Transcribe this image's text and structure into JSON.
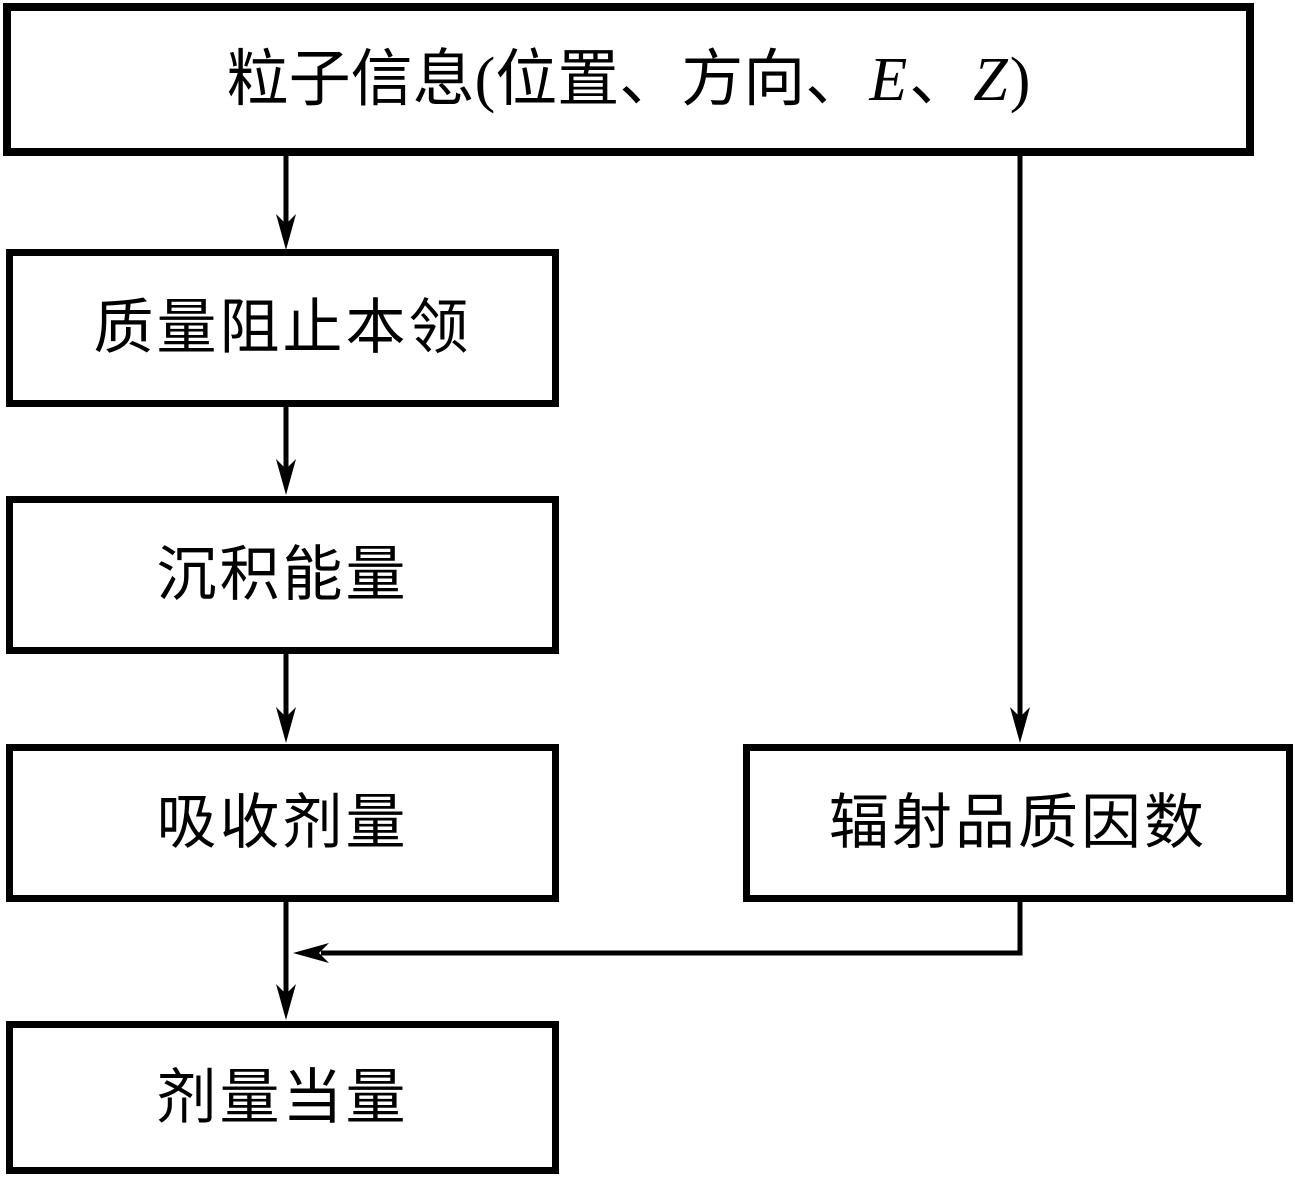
{
  "diagram": {
    "background_color": "#ffffff",
    "line_color": "#000000",
    "nodes": {
      "particle_info": {
        "prefix": "粒子信息(位置、方向、",
        "var_e": "E",
        "separator": "、",
        "var_z": "Z",
        "suffix": ")"
      },
      "mass_stopping_power": {
        "label": "质量阻止本领"
      },
      "deposited_energy": {
        "label": "沉积能量"
      },
      "absorbed_dose": {
        "label": "吸收剂量"
      },
      "radiation_quality_factor": {
        "label": "辐射品质因数"
      },
      "dose_equivalent": {
        "label": "剂量当量"
      }
    }
  }
}
